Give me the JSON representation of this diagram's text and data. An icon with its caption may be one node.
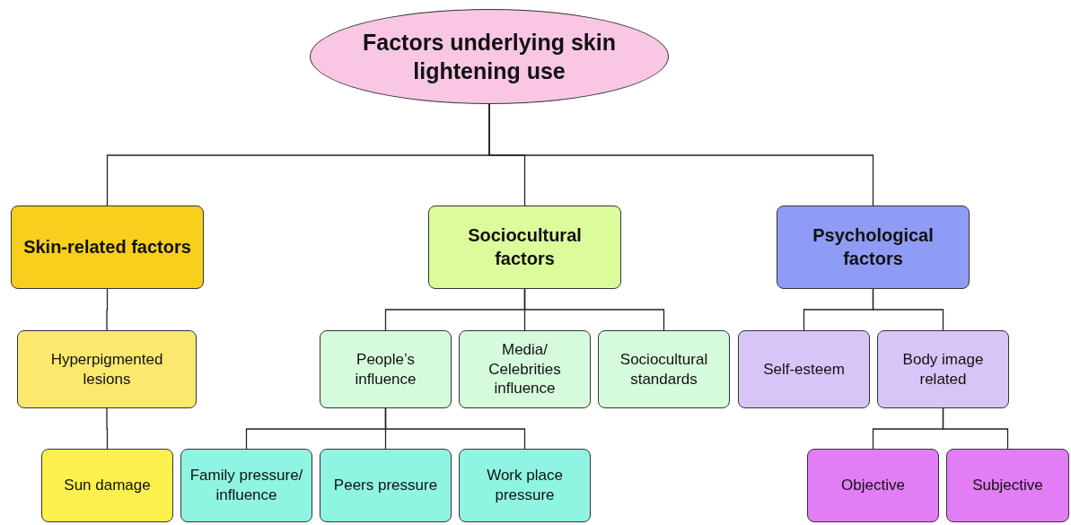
{
  "diagram": {
    "nodes": [
      {
        "text": [
          "Factors underlying skin lightening use"
        ]
      },
      {
        "text": [
          "Skin-related factors"
        ]
      },
      {
        "text": [
          "Sociocultural factors"
        ]
      },
      {
        "text": [
          "Psychological factors"
        ]
      },
      {
        "text": [
          "Hyperpigmented lesions"
        ]
      },
      {
        "text": [
          "People’s influence"
        ]
      },
      {
        "text": [
          "Media/ Celebrities influence"
        ]
      },
      {
        "text": [
          "Sociocultural standards"
        ]
      },
      {
        "text": [
          "Self-esteem"
        ]
      },
      {
        "text": [
          "Body image related"
        ]
      },
      {
        "text": [
          "Sun damage"
        ]
      },
      {
        "text": [
          "Family pressure/ influence"
        ]
      },
      {
        "text": [
          "Peers pressure"
        ]
      },
      {
        "text": [
          "Work place pressure"
        ]
      },
      {
        "text": [
          "Objective"
        ]
      },
      {
        "text": [
          "Subjective"
        ]
      }
    ],
    "edges": [
      {
        "from": 0,
        "to": 1,
        "arrow": "none"
      },
      {
        "from": 0,
        "to": 2,
        "arrow": "none"
      },
      {
        "from": 0,
        "to": 3,
        "arrow": "none"
      },
      {
        "from": 1,
        "to": 4,
        "arrow": "none"
      },
      {
        "from": 2,
        "to": 5,
        "arrow": "none"
      },
      {
        "from": 2,
        "to": 6,
        "arrow": "none"
      },
      {
        "from": 2,
        "to": 7,
        "arrow": "none"
      },
      {
        "from": 3,
        "to": 8,
        "arrow": "none"
      },
      {
        "from": 3,
        "to": 9,
        "arrow": "none"
      },
      {
        "from": 4,
        "to": 10,
        "arrow": "none"
      },
      {
        "from": 5,
        "to": 11,
        "arrow": "none"
      },
      {
        "from": 5,
        "to": 12,
        "arrow": "none"
      },
      {
        "from": 5,
        "to": 13,
        "arrow": "none"
      },
      {
        "from": 9,
        "to": 14,
        "arrow": "none"
      },
      {
        "from": 9,
        "to": 15,
        "arrow": "none"
      }
    ]
  }
}
